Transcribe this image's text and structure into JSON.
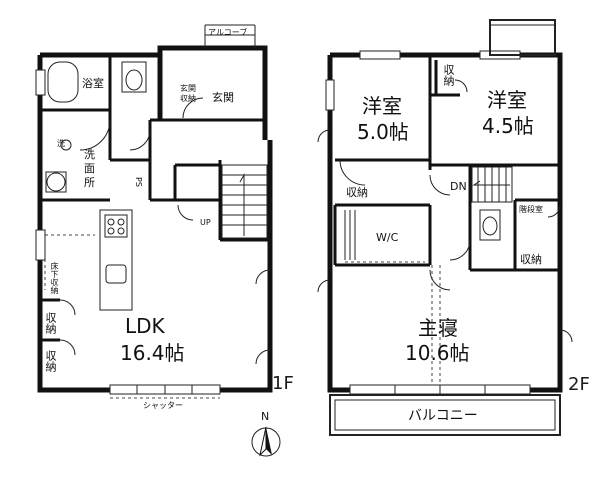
{
  "floor1": {
    "tag": "1F",
    "rooms": {
      "ldk_name": "LDK",
      "ldk_size": "16.4帖",
      "bath": "浴室",
      "washroom": "洗面所",
      "wash_icon": "洗",
      "entrance": "玄関",
      "entrance_storage": "玄関収納",
      "alcove": "アルコーブ",
      "ps": "PS",
      "up": "UP",
      "underfloor_storage": "床下収納",
      "storage1": "収納",
      "storage2": "収納",
      "shutter": "シャッター"
    }
  },
  "floor2": {
    "tag": "2F",
    "rooms": {
      "western1_name": "洋室",
      "western1_size": "5.0帖",
      "western2_name": "洋室",
      "western2_size": "4.5帖",
      "master_name": "主寝",
      "master_size": "10.6帖",
      "storage_a": "収納",
      "storage_b": "収納",
      "storage_c": "収納",
      "wic": "W/C",
      "dn": "DN",
      "stair_room": "階段室",
      "balcony": "バルコニー"
    }
  },
  "compass": {
    "label": "N"
  }
}
